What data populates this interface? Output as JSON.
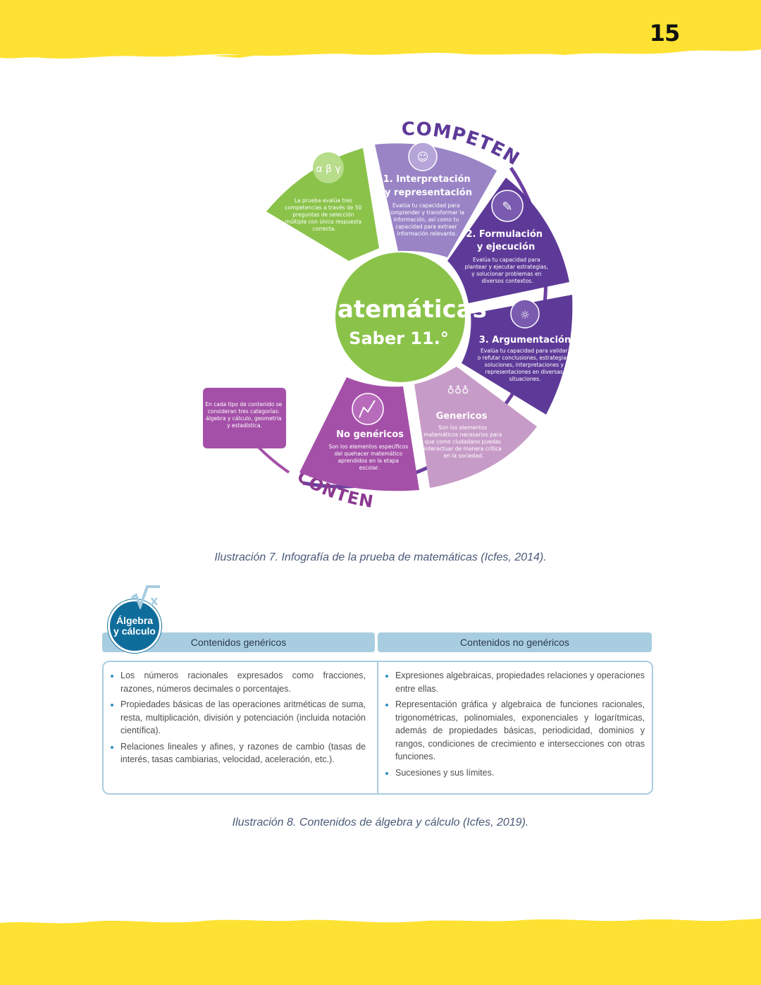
{
  "page": {
    "number": "15"
  },
  "colors": {
    "band": "#fde233",
    "green": "#8bc34a",
    "purple_light": "#9a84c6",
    "purple": "#5e3a98",
    "magenta": "#a450a8",
    "pink": "#c79bc8",
    "blue": "#a9cde0",
    "badge": "#0f6d9b"
  },
  "infographic": {
    "arc_top_label": "COMPETENCIAS",
    "arc_bottom_label": "CONTENIDOS",
    "center_title": "Matemáticas",
    "center_subtitle": "Saber 11.°",
    "intro_lines": [
      "La prueba evalúa tres",
      "competencias a través de 50",
      "preguntas de selección",
      "múltiple con única respuesta",
      "correcta."
    ],
    "contents_note_lines": [
      "En cada tipo de contenido se",
      "consideran tres categorías:",
      "álgebra y cálculo, geometría",
      "y estadística."
    ],
    "segments": [
      {
        "title_lines": [
          "1. Interpretación",
          "y representación"
        ],
        "desc_lines": [
          "Evalúa tu capacidad para",
          "comprender y transformar la",
          "información, así como tu",
          "capacidad para extraer",
          "información relevante."
        ],
        "icon": "person-thought-icon"
      },
      {
        "title_lines": [
          "2. Formulación",
          "y ejecución"
        ],
        "desc_lines": [
          "Evalúa tu capacidad para",
          "plantear y ejecutar estrategias,",
          "y solucionar problemas en",
          "diversos contextos."
        ],
        "icon": "pencil-writing-icon"
      },
      {
        "title_lines": [
          "3. Argumentación"
        ],
        "desc_lines": [
          "Evalúa tu capacidad para validar",
          "o refutar conclusiones, estrategias,",
          "soluciones, interpretaciones y",
          "representaciones en diversas",
          "situaciones."
        ],
        "icon": "person-ideas-icon"
      },
      {
        "title_lines": [
          "Genericos"
        ],
        "desc_lines": [
          "Son los elementos",
          "matemáticos necesarios para",
          "que como ciudadano puedas",
          "interactuar de manera crítica",
          "en la sociedad."
        ],
        "icon": "apples-icon"
      },
      {
        "title_lines": [
          "No genéricos"
        ],
        "desc_lines": [
          "Son los elementos específicos",
          "del quehacer matemático",
          "aprendidos en la etapa",
          "escolar."
        ],
        "icon": "graph-chart-icon"
      }
    ]
  },
  "caption1": "Ilustración 7. Infografía de la prueba de matemáticas (Icfes, 2014).",
  "algebra": {
    "badge_line1": "Álgebra",
    "badge_line2": "y cálculo",
    "col1_header": "Contenidos genéricos",
    "col2_header": "Contenidos no genéricos",
    "col1_items": [
      "Los números racionales expresados como fracciones, razones, números decimales o porcentajes.",
      "Propiedades básicas de las operaciones aritméticas de suma, resta, multiplicación, división y potenciación (incluida notación científica).",
      "Relaciones lineales y afines, y razones de cambio (tasas de interés, tasas cambiarias, velocidad, aceleración, etc.)."
    ],
    "col2_items": [
      "Expresiones algebraicas, propiedades relaciones y operaciones entre ellas.",
      "Representación gráfica y algebraica de funciones racionales, trigonométricas, polinomiales, exponenciales y logarítmicas, además de propiedades básicas, periodicidad, dominios y rangos, condiciones de crecimiento e intersecciones con otras funciones.",
      "Sucesiones y sus límites."
    ]
  },
  "caption2": "Ilustración 8. Contenidos de álgebra y cálculo (Icfes, 2019)."
}
